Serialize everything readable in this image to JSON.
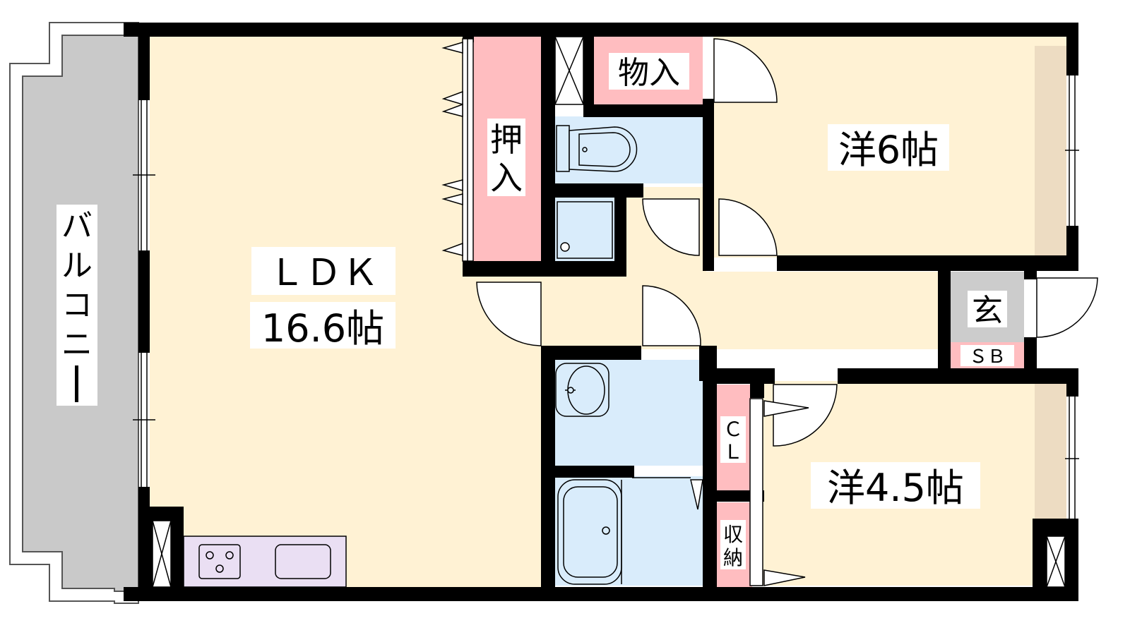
{
  "colors": {
    "wall": "#000000",
    "ldk": "#fff2d4",
    "western": "#fff2d4",
    "hall": "#fff2d4",
    "storage_pink": "#ffbdc0",
    "wet_blue": "#d9ecfb",
    "kitchen": "#eadff3",
    "balcony": "#c9c9c9",
    "entrance": "#cccccc",
    "window_strip": "#eddcc2"
  },
  "rooms": {
    "ldk_name": "ＬＤＫ",
    "ldk_size": "16.6帖",
    "western1": "洋6帖",
    "western2": "洋4.5帖",
    "oshiire_top": "押",
    "oshiire_bottom": "入",
    "mono_iri": "物入",
    "genkan": "玄",
    "sb": "ＳＢ",
    "cl_top": "Ｃ",
    "cl_bottom": "Ｌ",
    "shuno_top": "収",
    "shuno_bottom": "納",
    "balcony": [
      "バ",
      "ル",
      "コ",
      "ニ",
      "ー"
    ]
  }
}
